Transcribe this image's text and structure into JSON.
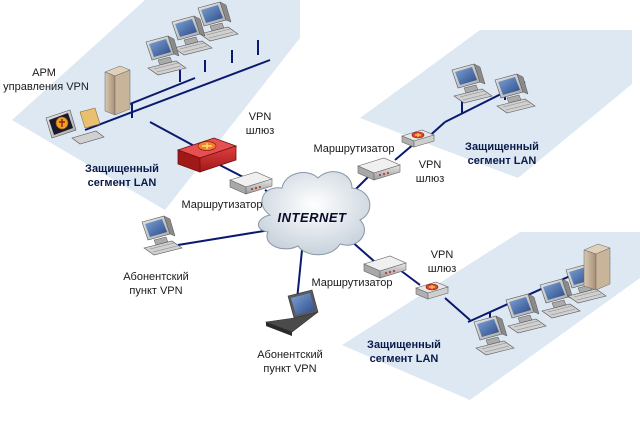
{
  "cloud": {
    "label": "INTERNET"
  },
  "segments": {
    "left": {
      "line1": "Защищенный",
      "line2": "сегмент LAN"
    },
    "top_right": {
      "line1": "Защищенный",
      "line2": "сегмент LAN"
    },
    "bottom_right": {
      "line1": "Защищенный",
      "line2": "сегмент LAN"
    }
  },
  "labels": {
    "arm_line1": "АРМ",
    "arm_line2": "управления VPN",
    "gw_left_line1": "VPN",
    "gw_left_line2": "шлюз",
    "gw_tr_line1": "VPN",
    "gw_tr_line2": "шлюз",
    "gw_br_line1": "VPN",
    "gw_br_line2": "шлюз",
    "router_left": "Маршрутизатор",
    "router_top": "Маршрутизатор",
    "router_bottom": "Маршрутизатор",
    "subscriber_1_line1": "Абонентский",
    "subscriber_1_line2": "пункт VPN",
    "subscriber_2_line1": "Абонентский",
    "subscriber_2_line2": "пункт VPN"
  },
  "colors": {
    "lan_fill": "#dde8f3",
    "link": "#0b1a6e",
    "gateway": "#c8202a",
    "gateway_small": "#e04a2a"
  }
}
